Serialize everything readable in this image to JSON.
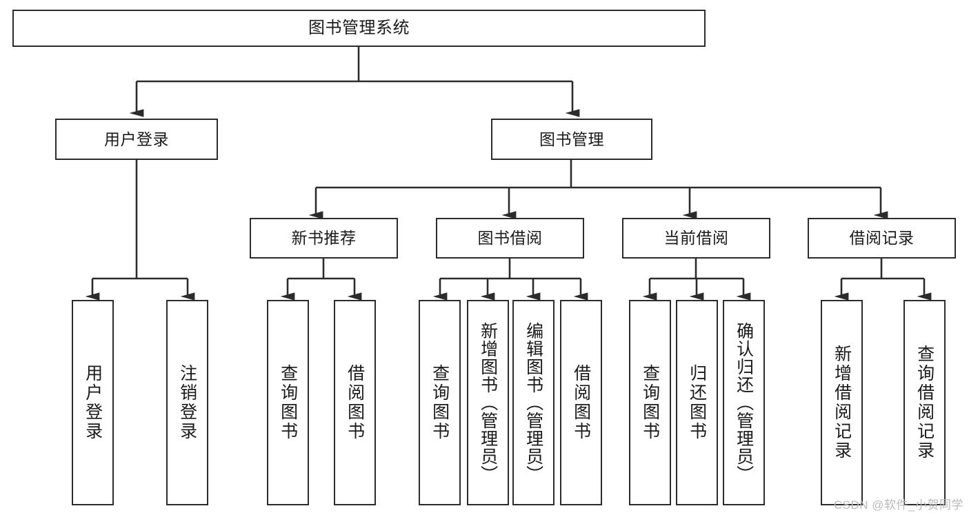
{
  "diagram": {
    "type": "hierarchy-tree",
    "title": "图书管理系统",
    "watermark": "CSDN @软件_小贺同学",
    "colors": {
      "stroke": "#2b2b2b",
      "fill": "#ffffff",
      "text": "#1a1a1a",
      "watermark": "#b9b9b9"
    },
    "nodes": {
      "root": {
        "label": "图书管理系统"
      },
      "level2": [
        {
          "id": "user-login",
          "label": "用户登录"
        },
        {
          "id": "book-manage",
          "label": "图书管理"
        }
      ],
      "level3": [
        {
          "id": "new-book-recommend",
          "label": "新书推荐"
        },
        {
          "id": "book-borrow",
          "label": "图书借阅"
        },
        {
          "id": "current-borrow",
          "label": "当前借阅"
        },
        {
          "id": "borrow-record",
          "label": "借阅记录"
        }
      ],
      "leaves": {
        "user-login": [
          {
            "id": "login",
            "label": "用户登录"
          },
          {
            "id": "logout",
            "label": "注销登录"
          }
        ],
        "new-book-recommend": [
          {
            "id": "query-book-1",
            "label": "查询图书"
          },
          {
            "id": "borrow-book-1",
            "label": "借阅图书"
          }
        ],
        "book-borrow": [
          {
            "id": "query-book-2",
            "label": "查询图书"
          },
          {
            "id": "add-book",
            "label": "新增图书（管理员）"
          },
          {
            "id": "edit-book",
            "label": "编辑图书（管理员）"
          },
          {
            "id": "borrow-book-2",
            "label": "借阅图书"
          }
        ],
        "current-borrow": [
          {
            "id": "query-book-3",
            "label": "查询图书"
          },
          {
            "id": "return-book",
            "label": "归还图书"
          },
          {
            "id": "confirm-return",
            "label": "确认归还（管理员）"
          }
        ],
        "borrow-record": [
          {
            "id": "add-record",
            "label": "新增借阅记录"
          },
          {
            "id": "query-record",
            "label": "查询借阅记录"
          }
        ]
      }
    }
  }
}
